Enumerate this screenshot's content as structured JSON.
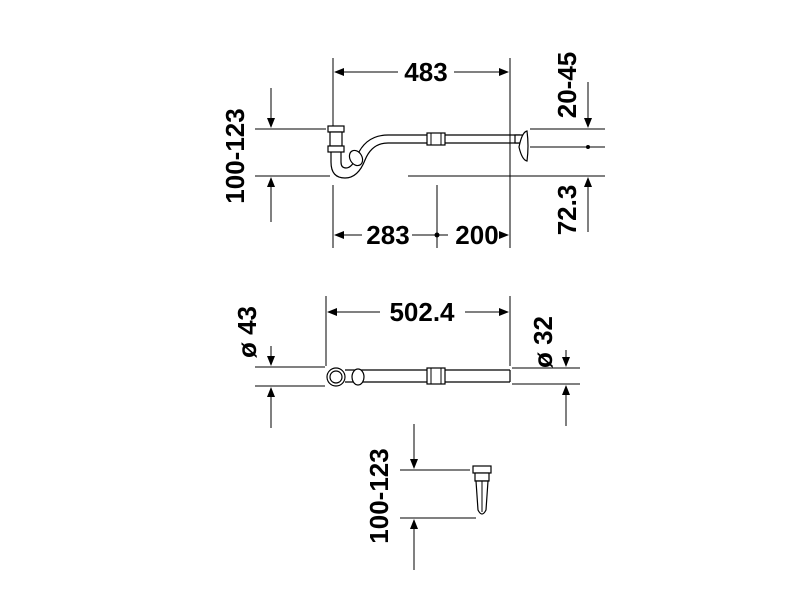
{
  "top_view": {
    "overall_length": "483",
    "offset_to_center": "283",
    "pipe_segment": "200",
    "inlet_height": "100-123",
    "wall_adjust": "20-45",
    "outlet_drop": "72.3"
  },
  "plan_view": {
    "pipe_length": "502.4",
    "inlet_diameter": "ø 43",
    "outlet_diameter": "ø 32"
  },
  "detail_view": {
    "tail_height": "100-123"
  },
  "colors": {
    "line": "#000000",
    "background": "#ffffff"
  }
}
